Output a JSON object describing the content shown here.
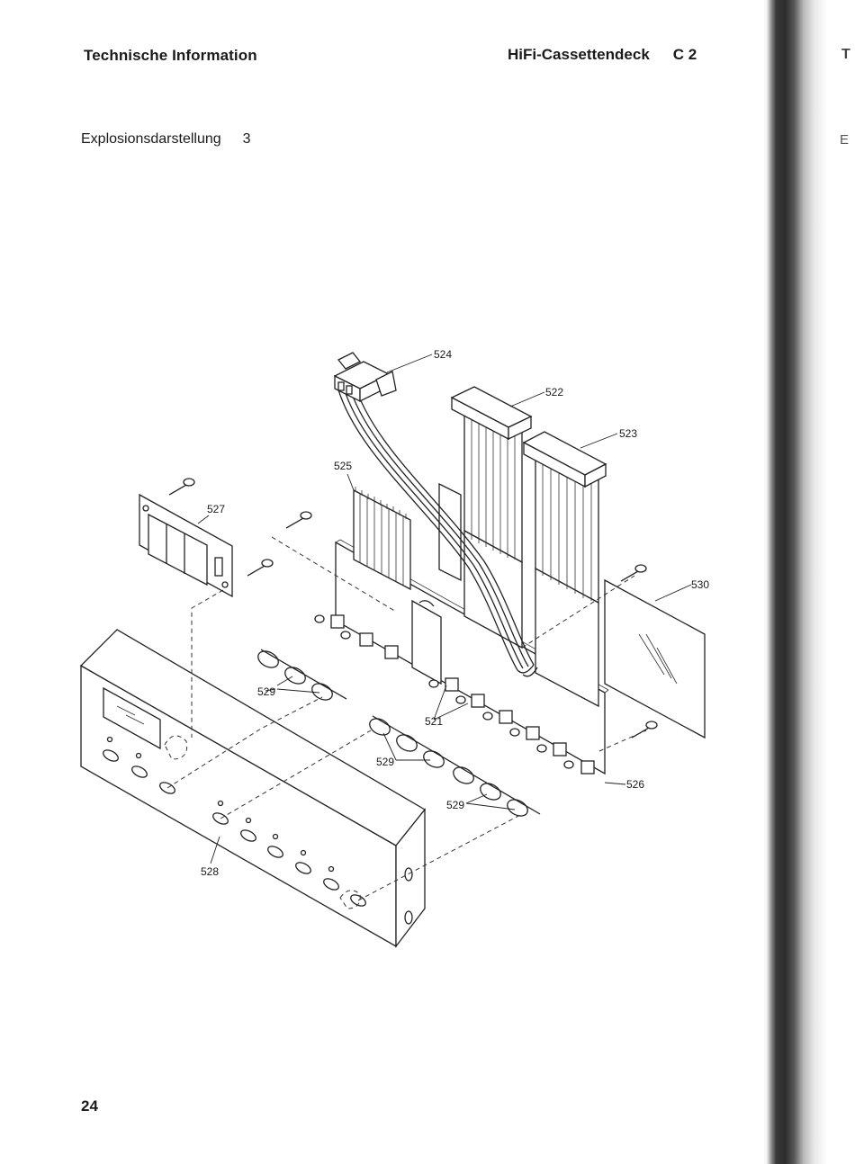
{
  "header": {
    "left": "Technische Information",
    "right_title": "HiFi-Cassettendeck",
    "right_model": "C 2"
  },
  "subtitle": {
    "text": "Explosionsdarstellung",
    "number": "3"
  },
  "page_number": "24",
  "edge_fragments": {
    "top": "T",
    "second": "E"
  },
  "parts": {
    "p521": "521",
    "p522": "522",
    "p523": "523",
    "p524": "524",
    "p525": "525",
    "p526": "526",
    "p527": "527",
    "p528": "528",
    "p529a": "529",
    "p529b": "529",
    "p529c": "529",
    "p530": "530"
  }
}
